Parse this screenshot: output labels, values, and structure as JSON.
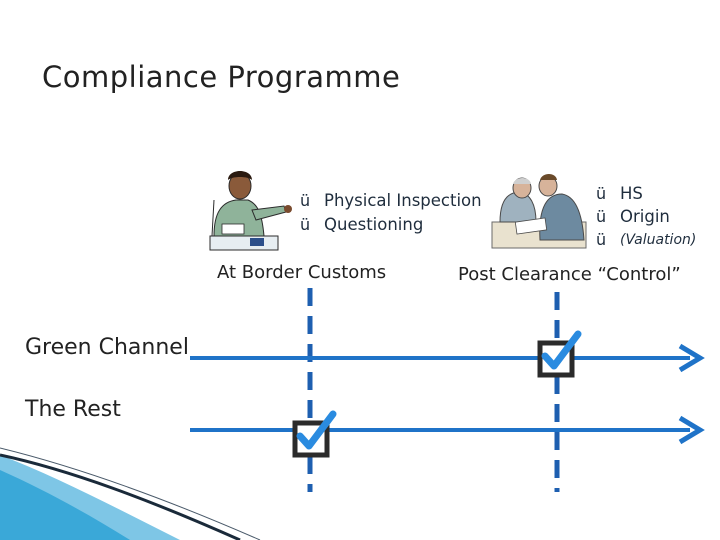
{
  "slide": {
    "title": "Compliance Programme"
  },
  "border_customs": {
    "heading": "At Border Customs",
    "checks": [
      "Physical Inspection",
      "Questioning"
    ]
  },
  "post_clearance": {
    "heading": "Post Clearance “Control”",
    "checks": [
      "HS",
      "Origin",
      "(Valuation)"
    ]
  },
  "lanes": {
    "green_channel": "Green Channel",
    "the_rest": "The Rest"
  },
  "tick_glyph": "ü",
  "colors": {
    "arrow_blue": "#1f73c8",
    "dashed_blue": "#1e5fb0",
    "check_blue": "#2a8be0",
    "box_dark": "#2b2b2b",
    "corner_teal": "#3aa8d8"
  },
  "icons": {
    "officer": "customs-officer-clipart",
    "auditors": "two-inspectors-clipart",
    "checkbox": "checked-box-icon"
  }
}
